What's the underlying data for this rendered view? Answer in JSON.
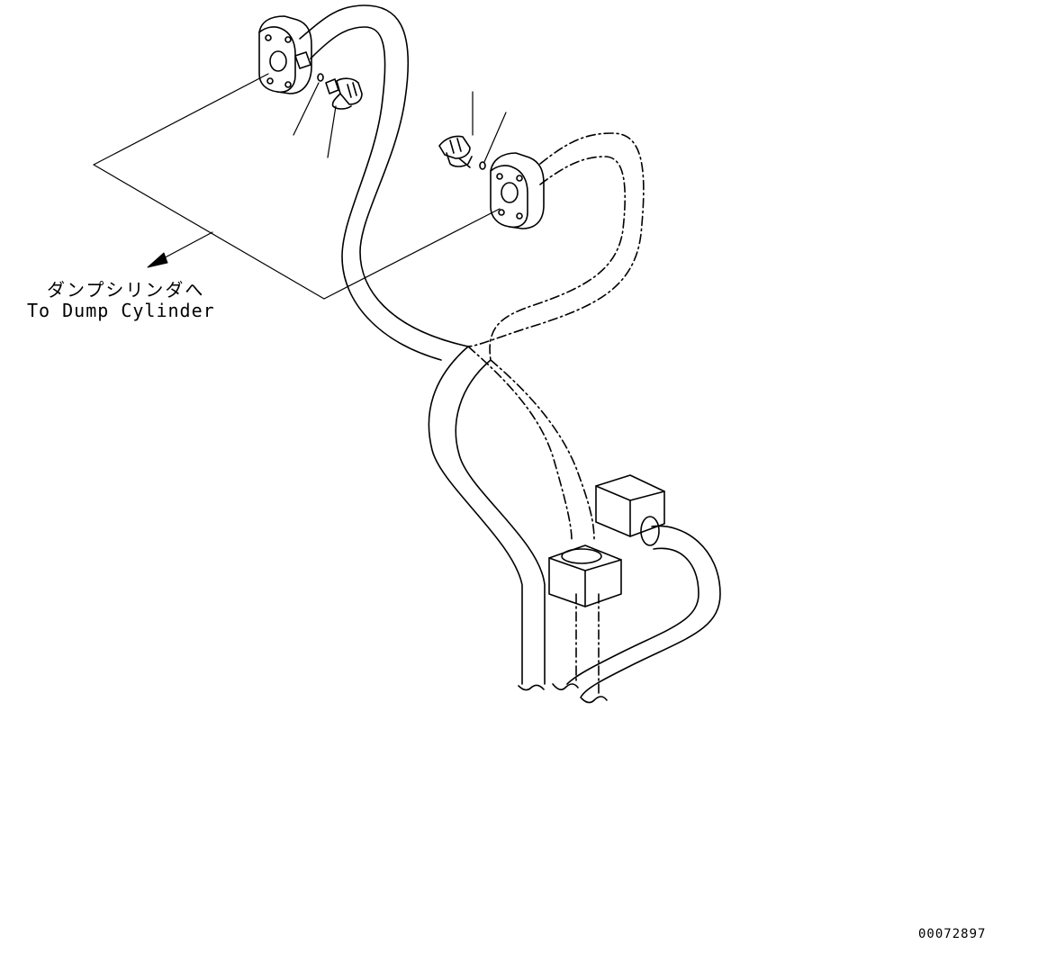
{
  "diagram": {
    "callout_japanese": "ダンプシリンダへ",
    "callout_english": "To Dump Cylinder",
    "drawing_code": "00072897"
  },
  "colors": {
    "line": "#000000",
    "background": "#ffffff"
  }
}
